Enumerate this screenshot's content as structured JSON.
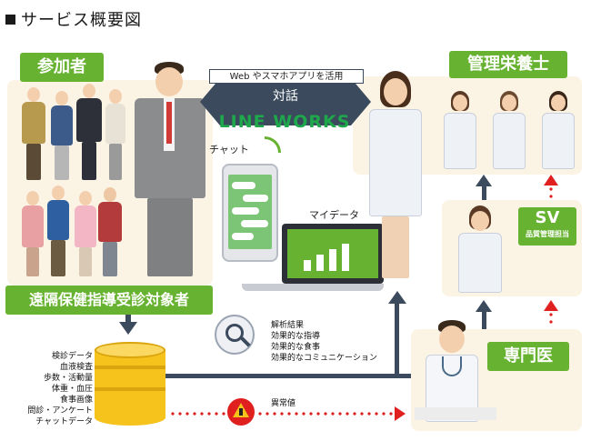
{
  "title": "サービス概要図",
  "participants": {
    "label": "参加者",
    "remote_label": "遠隔保健指導受診対象者"
  },
  "center": {
    "banner_top": "Web やスマホアプリを活用",
    "dialog": "対話",
    "brand": "LINE WORKS",
    "chat_label": "チャット",
    "mydata_label": "マイデータ"
  },
  "dietitian": {
    "label": "管理栄養士"
  },
  "sv": {
    "label": "SV",
    "sub": "品質管理担当"
  },
  "doctor": {
    "label": "専門医"
  },
  "database_items": [
    "検診データ",
    "血液検査",
    "歩数・活動量",
    "体重・血圧",
    "食事画像",
    "問診・アンケート",
    "チャットデータ"
  ],
  "analysis_items": [
    "解析結果",
    "効果的な指導",
    "効果的な食事",
    "効果的なコミュニケーション"
  ],
  "alert": {
    "label": "異常値"
  },
  "colors": {
    "green": "#67b331",
    "navy": "#3b4a5c",
    "red": "#e01f1f",
    "panel": "#fbf3e4",
    "db": "#f6c21c"
  }
}
